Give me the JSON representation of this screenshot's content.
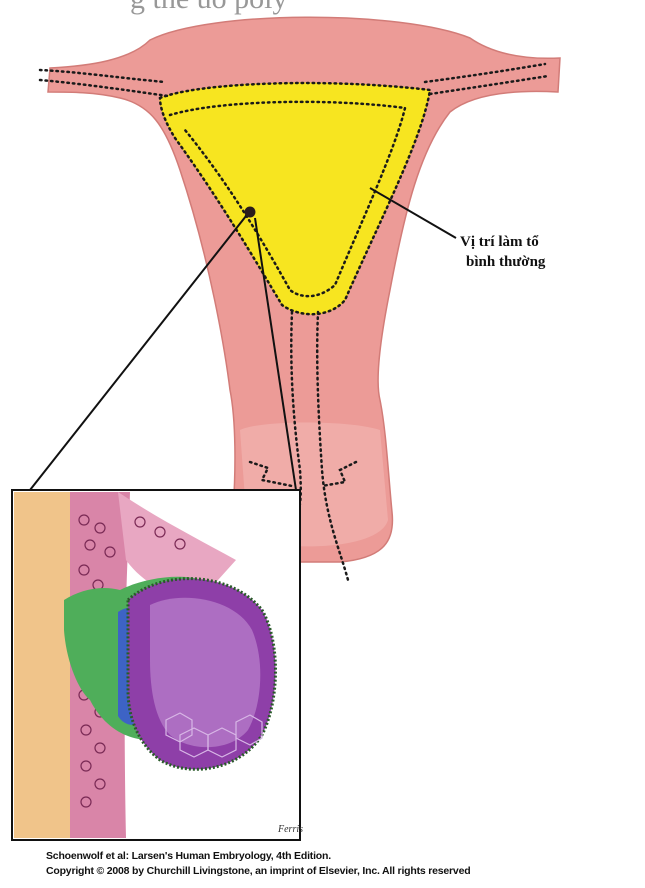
{
  "image": {
    "top_text_partial": "... g ... the ... uo ... poly",
    "annotation_line1": "Vị trí làm tổ",
    "annotation_line2": "bình thường",
    "signature": "Ferris",
    "credit_line1": "Schoenwolf et al: Larsen's Human Embryology, 4th Edition.",
    "credit_line2": "Copyright © 2008 by Churchill Livingstone, an imprint of Elsevier, Inc. All rights reserved"
  },
  "colors": {
    "uterus_wall": "#ec9b97",
    "uterus_wall_dark": "#d9807b",
    "cavity_yellow": "#f7e520",
    "dotted_line": "#1a1a1a",
    "endometrium_tan": "#f0c48a",
    "tissue_pink": "#d985a8",
    "trophoblast_green": "#4fae5a",
    "embryoblast_blue": "#3d63c5",
    "blastocyst_purple": "#8e3fa8"
  }
}
